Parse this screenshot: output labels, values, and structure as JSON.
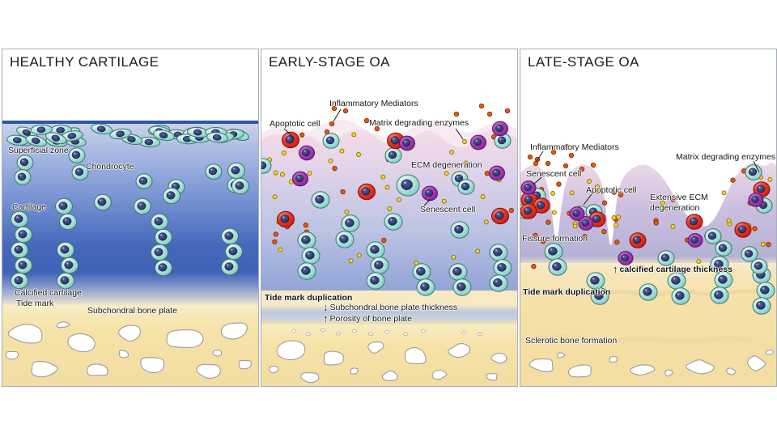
{
  "figure": {
    "background": "#ffffff"
  },
  "colors": {
    "chondrocyte_cell": "#7fd0c8",
    "apoptotic_cell": "#e02817",
    "senescent_cell": "#9a30a8",
    "cell_nucleus": "#2c3569",
    "inflammatory_mediator_dot": "#e55b0f",
    "matrix_enzyme_dot": "#f7d525",
    "cartilage_blue": "#4166b8",
    "ecm_pink": "#f0d9e6",
    "bone_tan": "#f5e2a8",
    "bone_marrow_space": "#ffffff"
  },
  "panels": [
    {
      "id": "healthy-cartilage",
      "title": "HEALTHY CARTILAGE",
      "labels": {
        "superficial_zone": "Superficial zone",
        "chondrocyte": "Chondrocyte",
        "cartilage": "Cartilage",
        "calcified_cartilage": "Calcified cartilage",
        "tide_mark": "Tide mark",
        "subchondral_bone_plate": "Subchondral bone plate"
      }
    },
    {
      "id": "early-stage-oa",
      "title": "EARLY-STAGE OA",
      "labels": {
        "inflammatory_mediators": "Inflammatory Mediators",
        "apoptotic_cell": "Apoptotic cell",
        "matrix_degrading_enzymes": "Matrix degrading enzymes",
        "ecm_degeneration": "ECM degeneration",
        "senescent_cell": "Senescent cell",
        "tide_mark_duplication": "Tide mark duplication",
        "subchondral_bone_plate_thickness": "Subchondral bone plate thickness",
        "porosity_of_bone_plate": "Porosity of bone plate",
        "arrow_down": "↓",
        "arrow_up": "↑"
      }
    },
    {
      "id": "late-stage-oa",
      "title": "LATE-STAGE OA",
      "labels": {
        "inflammatory_mediators": "Inflammatory Mediators",
        "senescent_cell": "Senescent cell",
        "apoptotic_cell": "Apoptotic cell",
        "extensive_ecm_degeneration": "Extensive ECM degeneration",
        "matrix_degrading_enzymes": "Matrix degrading enzymes",
        "fissure_formation": "Fissure formation",
        "arrow_up": "↑",
        "calcified_cartilage_thickness": "calcified cartilage thickness",
        "tide_mark_duplication": "Tide mark duplication",
        "sclerotic_bone_formation": "Sclerotic bone formation"
      }
    }
  ]
}
